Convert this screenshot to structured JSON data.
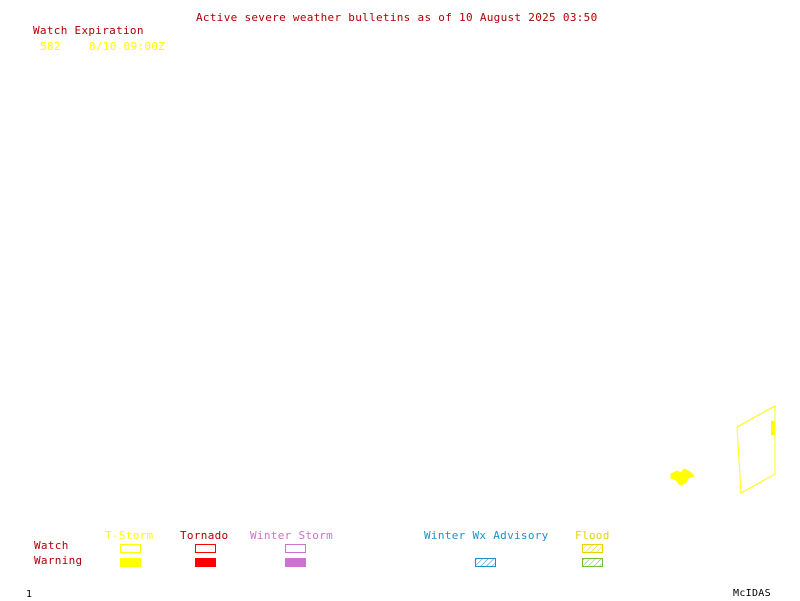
{
  "header": {
    "title": "Active severe weather bulletins as of 10 August 2025 03:50"
  },
  "watch_list": {
    "heading": "Watch Expiration",
    "entries": [
      {
        "number": "582",
        "expiration": "8/10 09:00Z"
      }
    ]
  },
  "legend": {
    "row_labels": {
      "watch": "Watch",
      "warning": "Warning"
    },
    "categories": [
      {
        "label": "T-Storm",
        "color": "#ffff00",
        "watch": "outline",
        "warning": "filled"
      },
      {
        "label": "Tornado",
        "color": "#ff0000",
        "watch": "outline",
        "warning": "filled"
      },
      {
        "label": "Winter Storm",
        "color": "#d070d0",
        "watch": "outline",
        "warning": "filled"
      },
      {
        "label": "Winter Wx Advisory",
        "color": "#1e90c8",
        "watch": "none",
        "warning": "hatched"
      },
      {
        "label": "Flood",
        "color": "#e8d200",
        "warning_color": "#70c030",
        "watch": "hatched",
        "warning": "hatched"
      }
    ]
  },
  "map_features": [
    {
      "type": "watch-outline",
      "watch_number": "582",
      "category": "T-Storm",
      "color": "#ffff00"
    },
    {
      "type": "warning-fill",
      "category": "T-Storm",
      "color": "#ffff00"
    }
  ],
  "footer": {
    "frame_number": "1",
    "software": "McIDAS"
  }
}
